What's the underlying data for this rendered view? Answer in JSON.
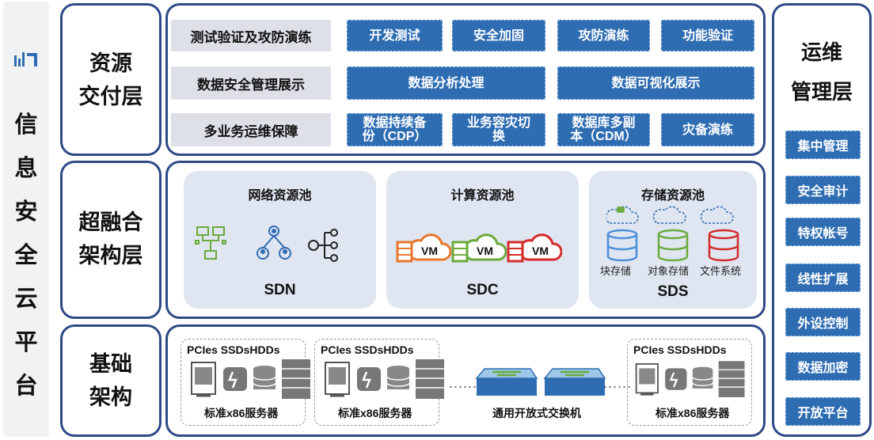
{
  "left_title": {
    "logo_text": "",
    "chars": [
      "信",
      "息",
      "安",
      "全",
      "云",
      "平",
      "台"
    ]
  },
  "layers": {
    "delivery": [
      "资源",
      "交付层"
    ],
    "hci": [
      "超融合",
      "架构层"
    ],
    "infra": [
      "基础",
      "架构"
    ],
    "ops": [
      "运维",
      "管理层"
    ]
  },
  "delivery_rows": [
    {
      "label": "测试验证及攻防演练",
      "items": [
        "开发测试",
        "安全加固",
        "攻防演练",
        "功能验证"
      ]
    },
    {
      "label": "数据安全管理展示",
      "items": [
        "数据分析处理",
        "数据可视化展示"
      ]
    },
    {
      "label": "多业务运维保障",
      "items": [
        [
          "数据持续备",
          "份（CDP）"
        ],
        [
          "业务容灾切",
          "换"
        ],
        [
          "数据库多副",
          "本（CDM）"
        ],
        [
          "灾备演练"
        ]
      ]
    }
  ],
  "pools": [
    {
      "title": "网络资源池",
      "sub": "SDN"
    },
    {
      "title": "计算资源池",
      "sub": "SDC",
      "vm_label": "VM"
    },
    {
      "title": "存储资源池",
      "sub": "SDS",
      "storage_labels": [
        "块存储",
        "对象存储",
        "文件系统"
      ]
    }
  ],
  "servers": {
    "top_label": "PCIes SSDsHDDs",
    "bottom_label": "标准x86服务器",
    "switch_label": "通用开放式交换机",
    "ellipsis": "......"
  },
  "ops_items": [
    "集中管理",
    "安全审计",
    "特权帐号",
    "线性扩展",
    "外设控制",
    "数据加密",
    "开放平台"
  ],
  "colors": {
    "frame": "#2e4a86",
    "button": "#2f6db3",
    "label_bg": "#dde1e7",
    "pool_bg": "#dfe5f1",
    "vm_orange": "#e8772e",
    "vm_green": "#6aaa3a",
    "vm_red": "#d42a2a"
  }
}
